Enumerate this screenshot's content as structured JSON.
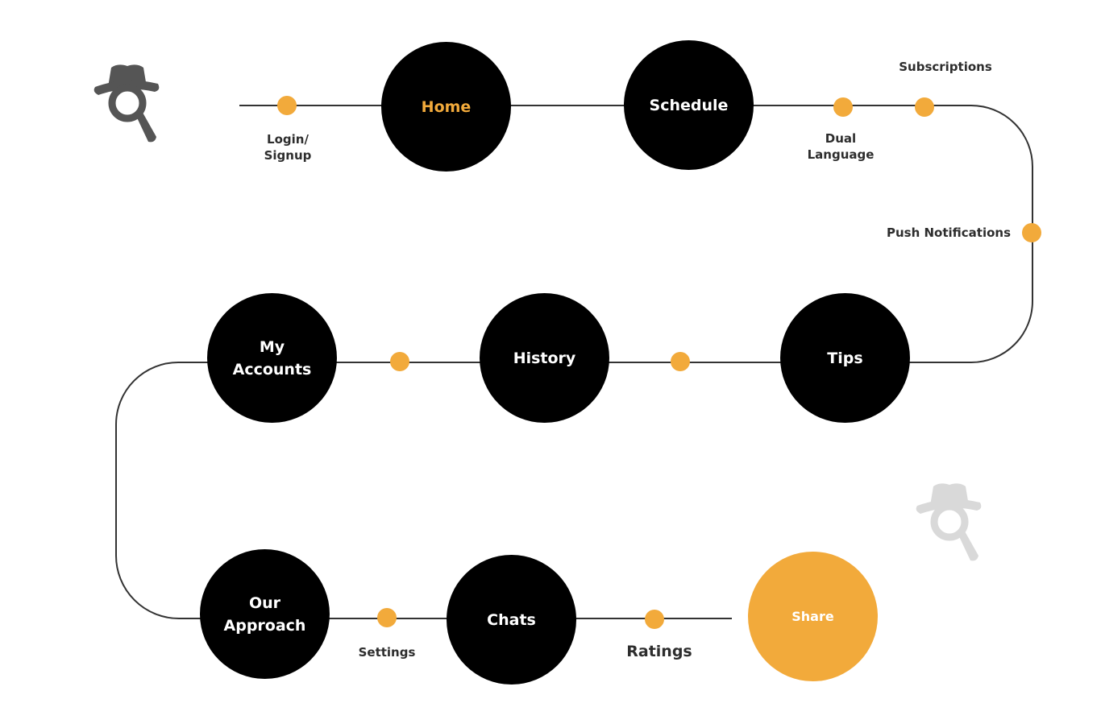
{
  "colors": {
    "accent": "#f2aa3b",
    "node": "#000000",
    "line": "#333333",
    "logo_dark": "#555555",
    "logo_light": "#d9d9d9"
  },
  "logos": [
    {
      "icon": "detective-search-icon",
      "tone": "dark"
    },
    {
      "icon": "detective-search-icon",
      "tone": "light"
    }
  ],
  "nodes": {
    "home": "Home",
    "schedule": "Schedule",
    "tips": "Tips",
    "history": "History",
    "my_accounts": "My\nAccounts",
    "our_approach": "Our\nApproach",
    "chats": "Chats",
    "share": "Share"
  },
  "milestones": {
    "login_signup": "Login/\nSignup",
    "dual_language": "Dual\nLanguage",
    "subscriptions": "Subscriptions",
    "push_notifications": "Push Notifications",
    "settings": "Settings",
    "ratings": "Ratings"
  }
}
